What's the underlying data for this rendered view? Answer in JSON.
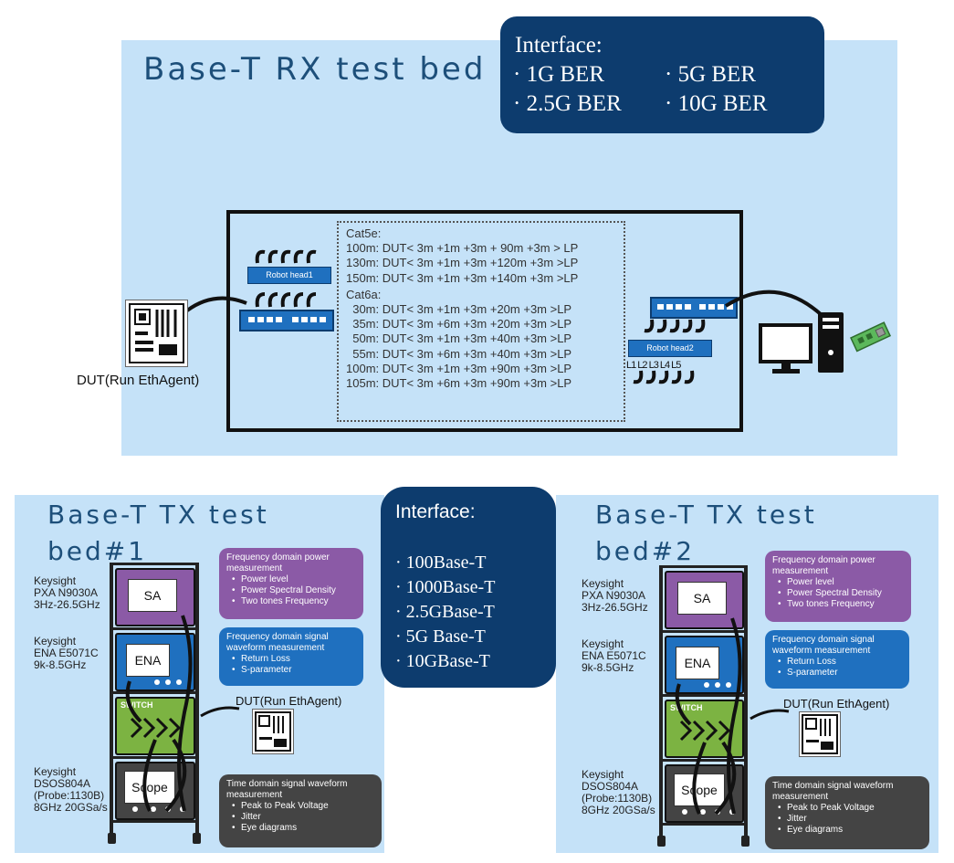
{
  "rx": {
    "title": "Base-T RX test bed",
    "interface_title": "Interface:",
    "interface_items": [
      "· 1G BER",
      "· 5G BER",
      "· 2.5G BER",
      "· 10G BER"
    ],
    "robot_head1": "Robot head1",
    "robot_head2": "Robot head2",
    "robot_ports": "L1 L2 L3 L4 L5",
    "dut_label": "DUT(Run EthAgent)",
    "cat5e_title": "Cat5e:",
    "cat5e_lines": [
      "100m: DUT< 3m +1m +3m + 90m +3m > LP",
      "130m: DUT< 3m +1m +3m +120m +3m >LP",
      "150m: DUT< 3m +1m +3m +140m +3m >LP"
    ],
    "cat6a_title": "Cat6a:",
    "cat6a_lines": [
      "  30m: DUT< 3m +1m +3m +20m +3m >LP",
      "  35m: DUT< 3m +6m +3m +20m +3m >LP",
      "  50m: DUT< 3m +1m +3m +40m +3m >LP",
      "  55m: DUT< 3m +6m +3m +40m +3m >LP",
      "100m: DUT< 3m +1m +3m +90m +3m >LP",
      "105m: DUT< 3m +6m +3m +90m +3m >LP"
    ]
  },
  "tx_interface": {
    "title": "Interface:",
    "items": [
      "· 100Base-T",
      "· 1000Base-T",
      "· 2.5GBase-T",
      "· 5G Base-T",
      "· 10GBase-T"
    ]
  },
  "tx1": {
    "title_line1": "Base-T TX test",
    "title_line2": "bed#1",
    "sa_label": [
      "Keysight",
      "PXA N9030A",
      "3Hz-26.5GHz"
    ],
    "ena_label": [
      "Keysight",
      "ENA E5071C",
      "9k-8.5GHz"
    ],
    "scope_label": [
      "Keysight",
      "DSOS804A",
      "(Probe:1130B)",
      "8GHz 20GSa/s"
    ],
    "sa": "SA",
    "ena": "ENA",
    "switch": "SWITCH",
    "scope": "Scope",
    "dut_label": "DUT(Run EthAgent)",
    "freq_power": {
      "title": "Frequency domain power measurement",
      "items": [
        "Power level",
        "Power Spectral Density",
        "Two tones Frequency"
      ]
    },
    "freq_signal": {
      "title": "Frequency domain signal waveform measurement",
      "items": [
        "Return Loss",
        "S-parameter"
      ]
    },
    "time_signal": {
      "title": "Time domain signal waveform measurement",
      "items": [
        "Peak to Peak Voltage",
        "Jitter",
        "Eye diagrams"
      ]
    }
  },
  "tx2": {
    "title_line1": "Base-T TX test",
    "title_line2": "bed#2",
    "sa_label": [
      "Keysight",
      "PXA N9030A",
      "3Hz-26.5GHz"
    ],
    "ena_label": [
      "Keysight",
      "ENA E5071C",
      "9k-8.5GHz"
    ],
    "scope_label": [
      "Keysight",
      "DSOS804A",
      "(Probe:1130B)",
      "8GHz 20GSa/s"
    ],
    "sa": "SA",
    "ena": "ENA",
    "switch": "SWITCH",
    "scope": "Scope",
    "dut_label": "DUT(Run EthAgent)",
    "freq_power": {
      "title": "Frequency domain power measurement",
      "items": [
        "Power level",
        "Power Spectral Density",
        "Two tones Frequency"
      ]
    },
    "freq_signal": {
      "title": "Frequency domain signal waveform measurement",
      "items": [
        "Return Loss",
        "S-parameter"
      ]
    },
    "time_signal": {
      "title": "Time domain signal waveform measurement",
      "items": [
        "Peak to Peak Voltage",
        "Jitter",
        "Eye diagrams"
      ]
    }
  },
  "colors": {
    "panel": "#c5e2f8",
    "navy": "#0d3c6e",
    "purple": "#8b5aa6",
    "blue": "#1f70bf",
    "gray": "#444444",
    "switch_green": "#7cb342"
  }
}
